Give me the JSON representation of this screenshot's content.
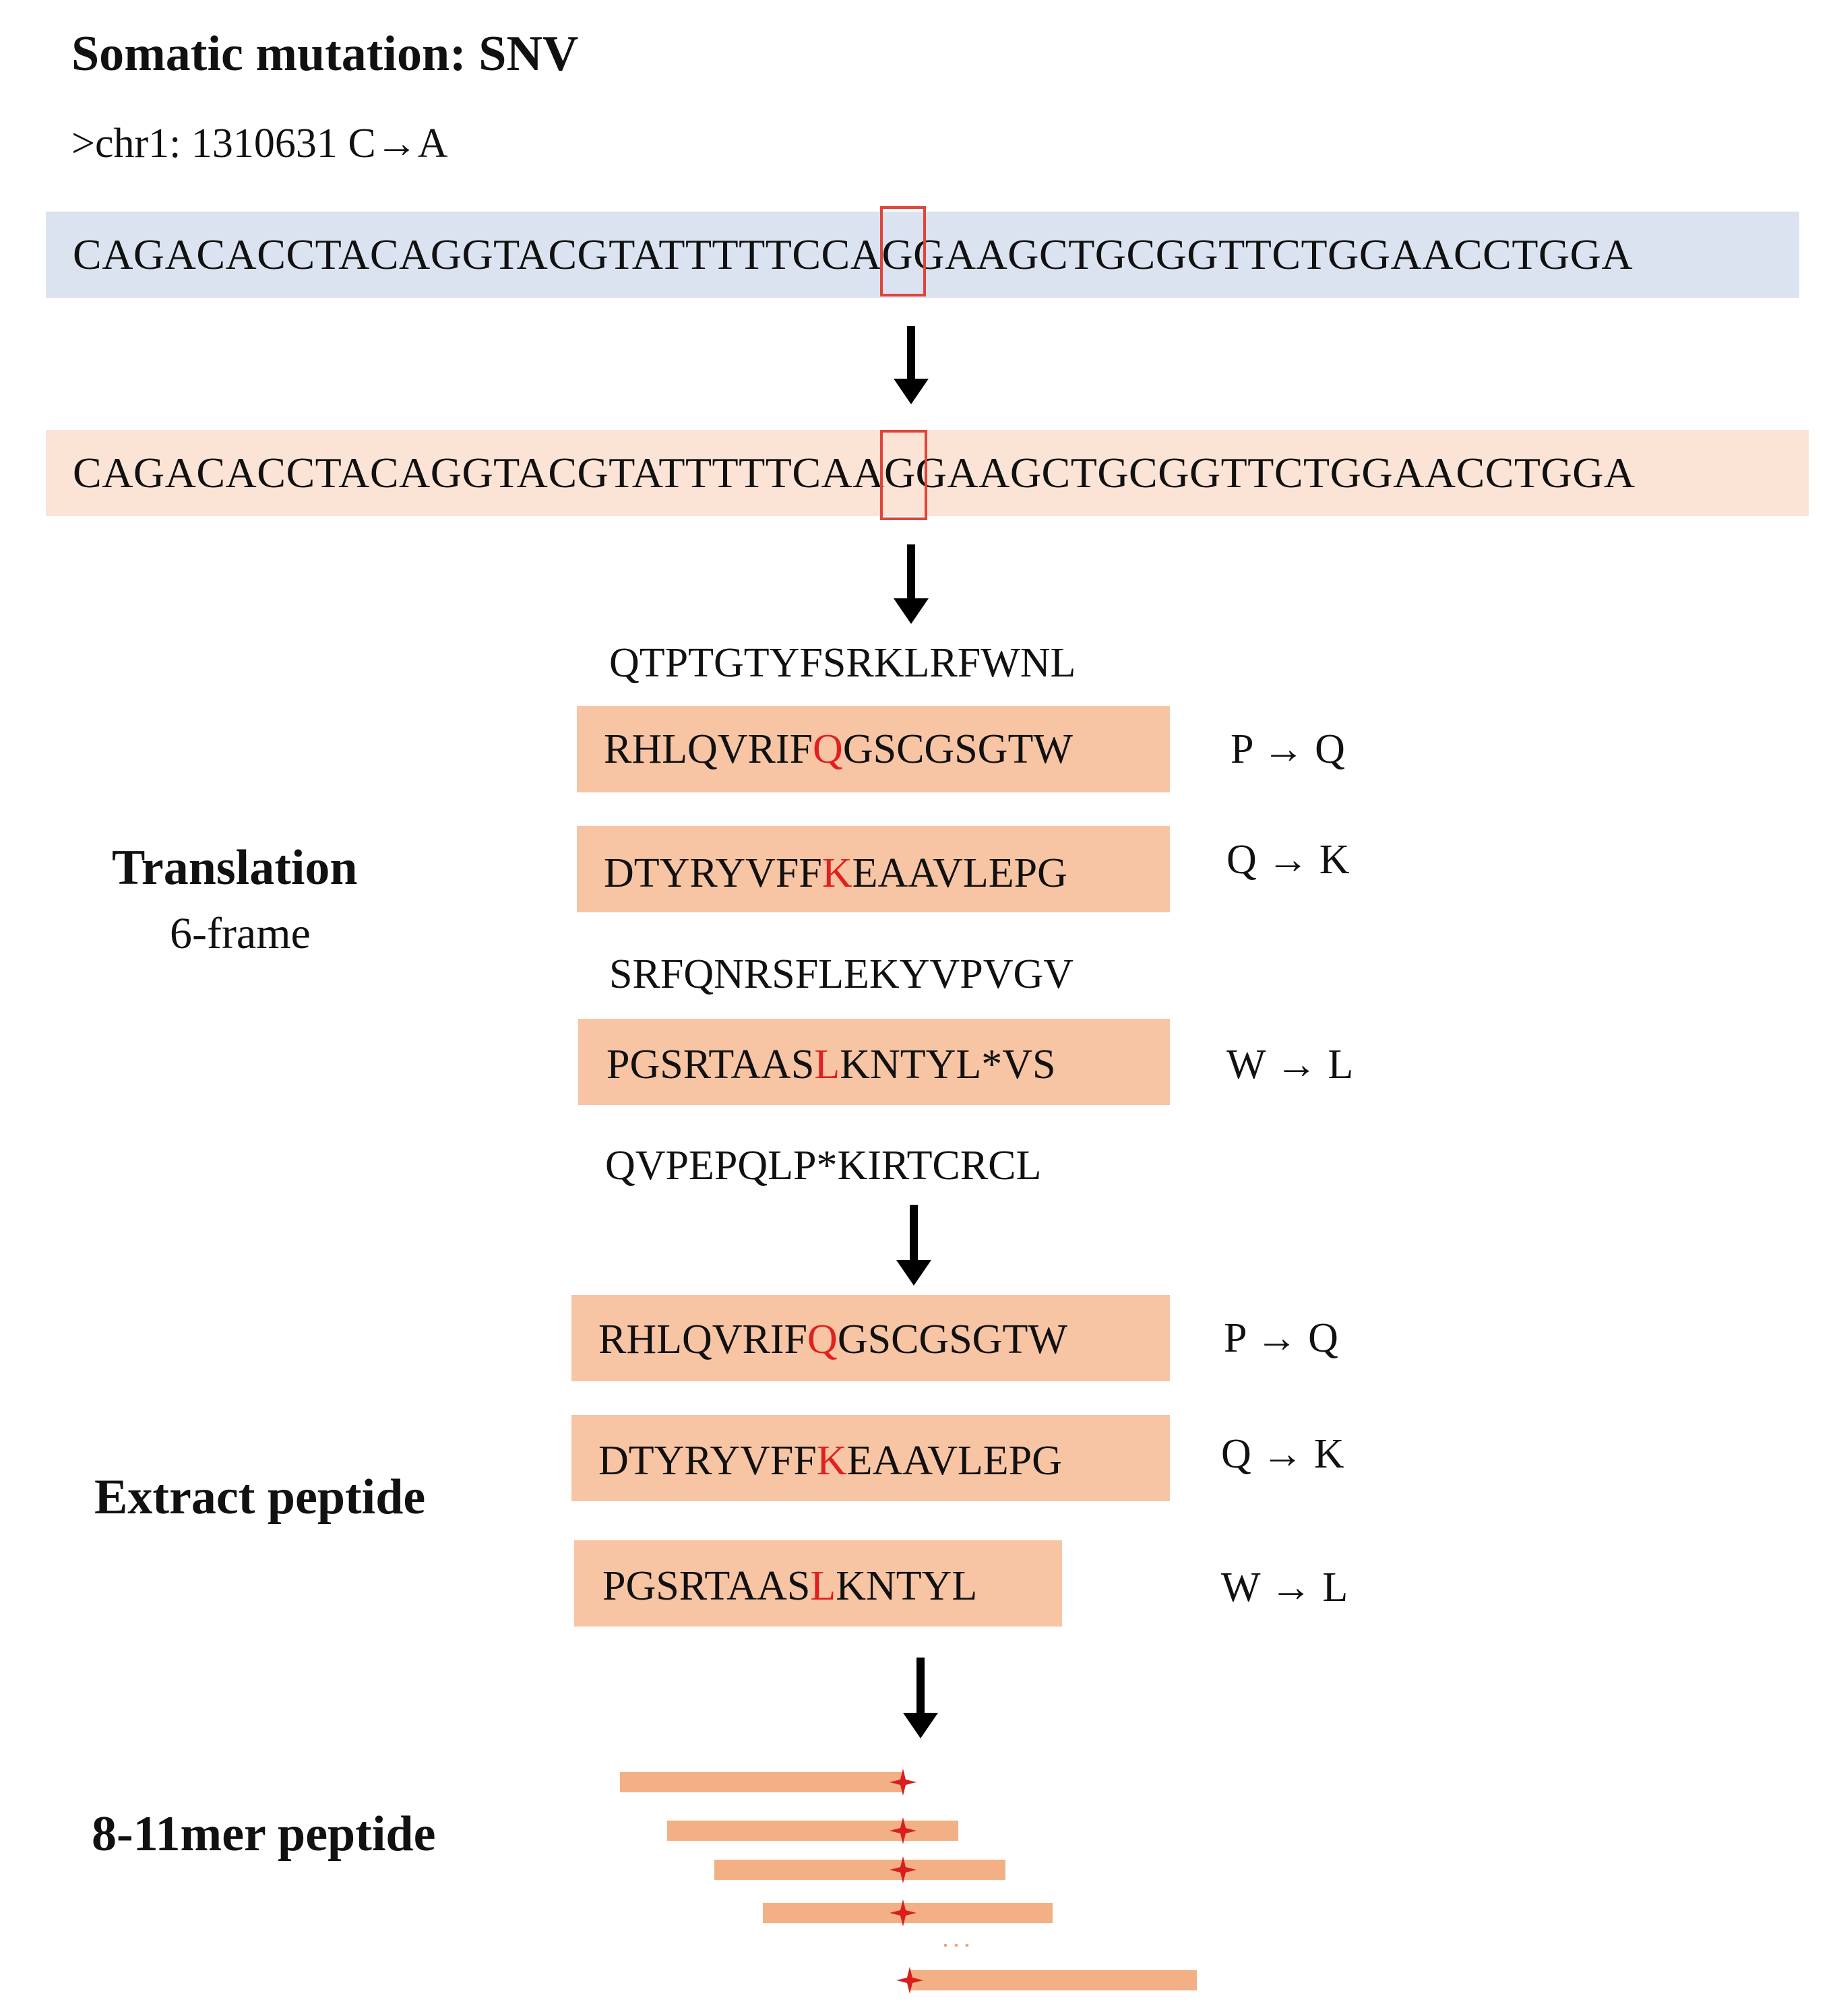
{
  "title": "Somatic mutation: SNV",
  "mutation_label": ">chr1: 1310631  C→A",
  "ref_seq": {
    "before": "CAGACACCTACAGGTACGTATTTTTC",
    "site": "C",
    "after": "AGGAAGCTGCGGTTCTGGAACCTGGA"
  },
  "alt_seq": {
    "before": "CAGACACCTACAGGTACGTATTTTTC",
    "site": "A",
    "after": "AGGAAGCTGCGGTTCTGGAACCTGGA"
  },
  "translation": {
    "label": "Translation",
    "sublabel": "6-frame",
    "frames": [
      {
        "kind": "plain",
        "text": "QTPTGTYFSRKLRFWNL"
      },
      {
        "kind": "mutant",
        "before": "RHLQVRIF",
        "mut": "Q",
        "after": "GSCGSGTW",
        "subst": "P → Q"
      },
      {
        "kind": "mutant",
        "before": "DTYRYVFF",
        "mut": "K",
        "after": "EAAVLEPG",
        "subst": "Q → K"
      },
      {
        "kind": "plain",
        "text": "SRFQNRSFLEKYVPVGV"
      },
      {
        "kind": "mutant",
        "before": "PGSRTAAS",
        "mut": "L",
        "after": "KNTYL*VS",
        "subst": "W → L"
      },
      {
        "kind": "plain",
        "text": "QVPEPQLP*KIRTCRCL"
      }
    ]
  },
  "extract": {
    "label": "Extract peptide",
    "peptides": [
      {
        "before": "RHLQVRIF",
        "mut": "Q",
        "after": "GSCGSGTW",
        "subst": "P → Q"
      },
      {
        "before": "DTYRYVFF",
        "mut": "K",
        "after": "EAAVLEPG",
        "subst": "Q → K"
      },
      {
        "before": "PGSRTAAS",
        "mut": "L",
        "after": "KNTYL",
        "subst": "W → L"
      }
    ]
  },
  "kmer": {
    "label": "8-11mer peptide",
    "ellipsis": "..."
  },
  "colors": {
    "ref_band": "#dce3f0",
    "alt_band": "#fbe3d6",
    "peptide_box": "#f7c4a4",
    "mutant_residue": "#e02020",
    "site_box": "#e0453a",
    "kmer_bar": "#f2b084",
    "star": "#d81e1e"
  }
}
